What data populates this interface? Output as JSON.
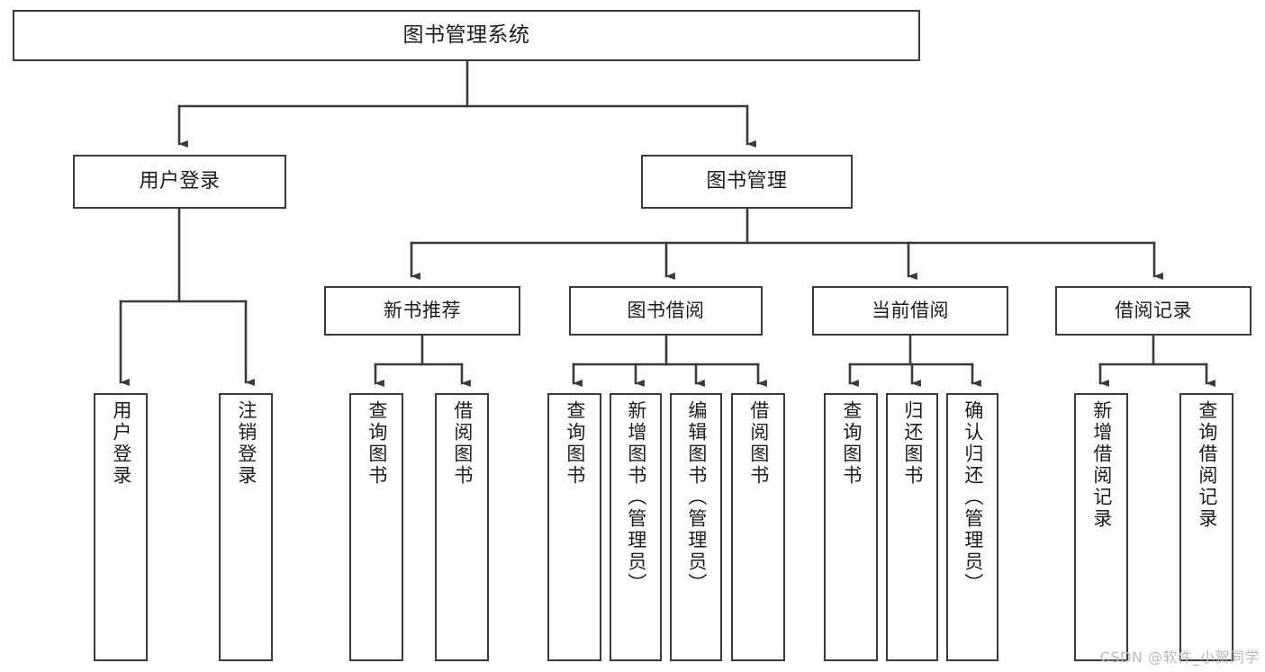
{
  "diagram": {
    "title": "图书管理系统",
    "type": "tree-hierarchy",
    "watermark": "CSDN @软件_小贺同学",
    "colors": {
      "stroke": "#3a3a3a",
      "fill": "#ffffff",
      "text": "#1c1c1c",
      "watermark": "#b9b9b9"
    }
  },
  "nodes": {
    "root": {
      "label": "图书管理系统"
    },
    "level1": [
      {
        "id": "user-login",
        "label": "用户登录"
      },
      {
        "id": "book-management",
        "label": "图书管理"
      }
    ],
    "level2": [
      {
        "id": "new-book-recommend",
        "label": "新书推荐"
      },
      {
        "id": "book-borrow",
        "label": "图书借阅"
      },
      {
        "id": "current-borrow",
        "label": "当前借阅"
      },
      {
        "id": "borrow-record",
        "label": "借阅记录"
      }
    ],
    "leaves": {
      "user_login": [
        {
          "id": "leaf-user-login",
          "label": "用户登录"
        },
        {
          "id": "leaf-logout-login",
          "label": "注销登录"
        }
      ],
      "new_book_recommend": [
        {
          "id": "leaf-query-book-1",
          "label": "查询图书"
        },
        {
          "id": "leaf-borrow-book-1",
          "label": "借阅图书"
        }
      ],
      "book_borrow": [
        {
          "id": "leaf-query-book-2",
          "label": "查询图书"
        },
        {
          "id": "leaf-add-book",
          "label": "新增图书（管理员）"
        },
        {
          "id": "leaf-edit-book",
          "label": "编辑图书（管理员）"
        },
        {
          "id": "leaf-borrow-book-2",
          "label": "借阅图书"
        }
      ],
      "current_borrow": [
        {
          "id": "leaf-query-book-3",
          "label": "查询图书"
        },
        {
          "id": "leaf-return-book",
          "label": "归还图书"
        },
        {
          "id": "leaf-confirm-return",
          "label": "确认归还（管理员）"
        }
      ],
      "borrow_record": [
        {
          "id": "leaf-add-record",
          "label": "新增借阅记录"
        },
        {
          "id": "leaf-query-record",
          "label": "查询借阅记录"
        }
      ]
    }
  }
}
